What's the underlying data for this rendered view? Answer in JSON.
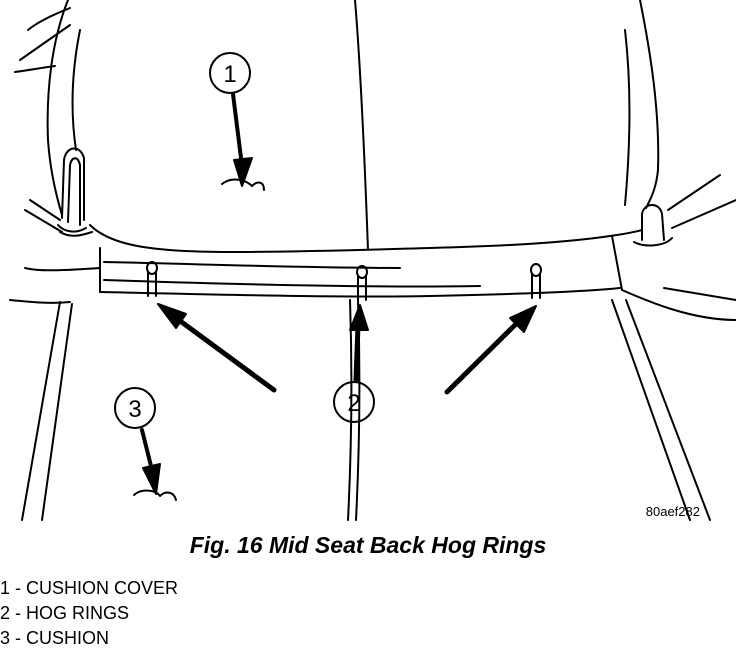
{
  "figure": {
    "caption": "Fig. 16 Mid Seat Back Hog Rings",
    "image_code": "80aef282",
    "callouts": [
      {
        "number": "1"
      },
      {
        "number": "2"
      },
      {
        "number": "3"
      }
    ]
  },
  "legend": [
    {
      "number": "1",
      "separator": " - ",
      "label": "CUSHION COVER"
    },
    {
      "number": "2",
      "separator": " - ",
      "label": "HOG RINGS"
    },
    {
      "number": "3",
      "separator": " - ",
      "label": "CUSHION"
    }
  ]
}
